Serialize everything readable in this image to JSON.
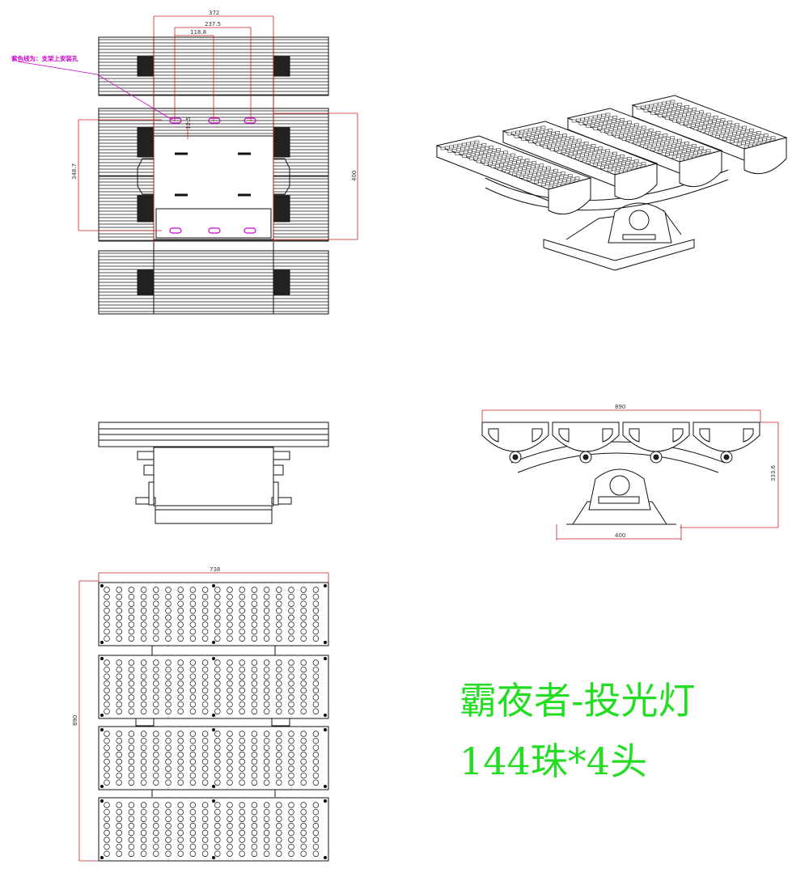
{
  "annotations": {
    "purple_note": "紫色线为：支架上安装孔"
  },
  "dimensions": {
    "top_width": "372",
    "top_mid": "237.5",
    "top_inner": "118.8",
    "hole_offset": "12.5",
    "left_height": "348.7",
    "right_height": "400",
    "front_width": "890",
    "front_height": "333.6",
    "front_base": "400",
    "bottom_width": "738",
    "bottom_height": "890"
  },
  "title": {
    "line1": "霸夜者-投光灯",
    "line2": "144珠*4头"
  },
  "colors": {
    "title": "#22dd22",
    "dimension_line": "#cc2222",
    "mount_holes": "#cc00cc"
  }
}
